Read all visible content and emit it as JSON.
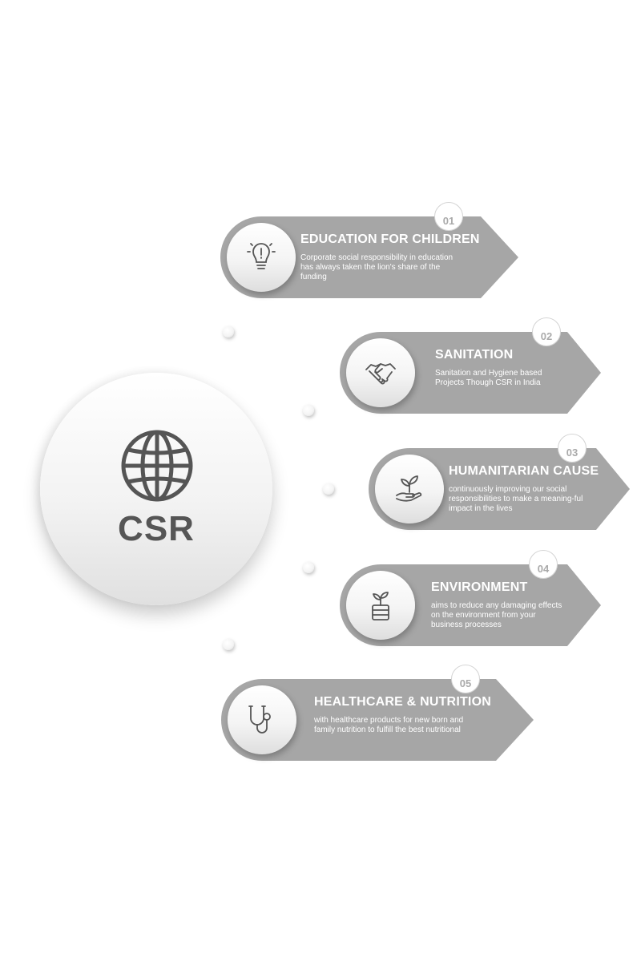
{
  "hub": {
    "title": "CSR",
    "icon": "globe-icon"
  },
  "colors": {
    "panel": "#a6a6a6",
    "hub_text": "#555555",
    "icon_stroke": "#555555"
  },
  "items": [
    {
      "number": "01",
      "title": "EDUCATION FOR CHILDREN",
      "description": "Corporate social responsibility in education has always taken the lion's share of the funding",
      "icon": "lightbulb-icon"
    },
    {
      "number": "02",
      "title": "SANITATION",
      "description": "Sanitation and Hygiene based Projects Though CSR in India",
      "icon": "handshake-icon"
    },
    {
      "number": "03",
      "title": "HUMANITARIAN CAUSE",
      "description": "continuously improving our social responsibilities to make a meaning-ful impact in the lives",
      "icon": "plant-in-hand-icon"
    },
    {
      "number": "04",
      "title": "ENVIRONMENT",
      "description": "aims to reduce any damaging effects on the environment from your business processes",
      "icon": "potted-plant-icon"
    },
    {
      "number": "05",
      "title": "HEALTHCARE & NUTRITION",
      "description": "with healthcare products for new born and family nutrition to fulfill the best nutritional",
      "icon": "stethoscope-icon"
    }
  ]
}
